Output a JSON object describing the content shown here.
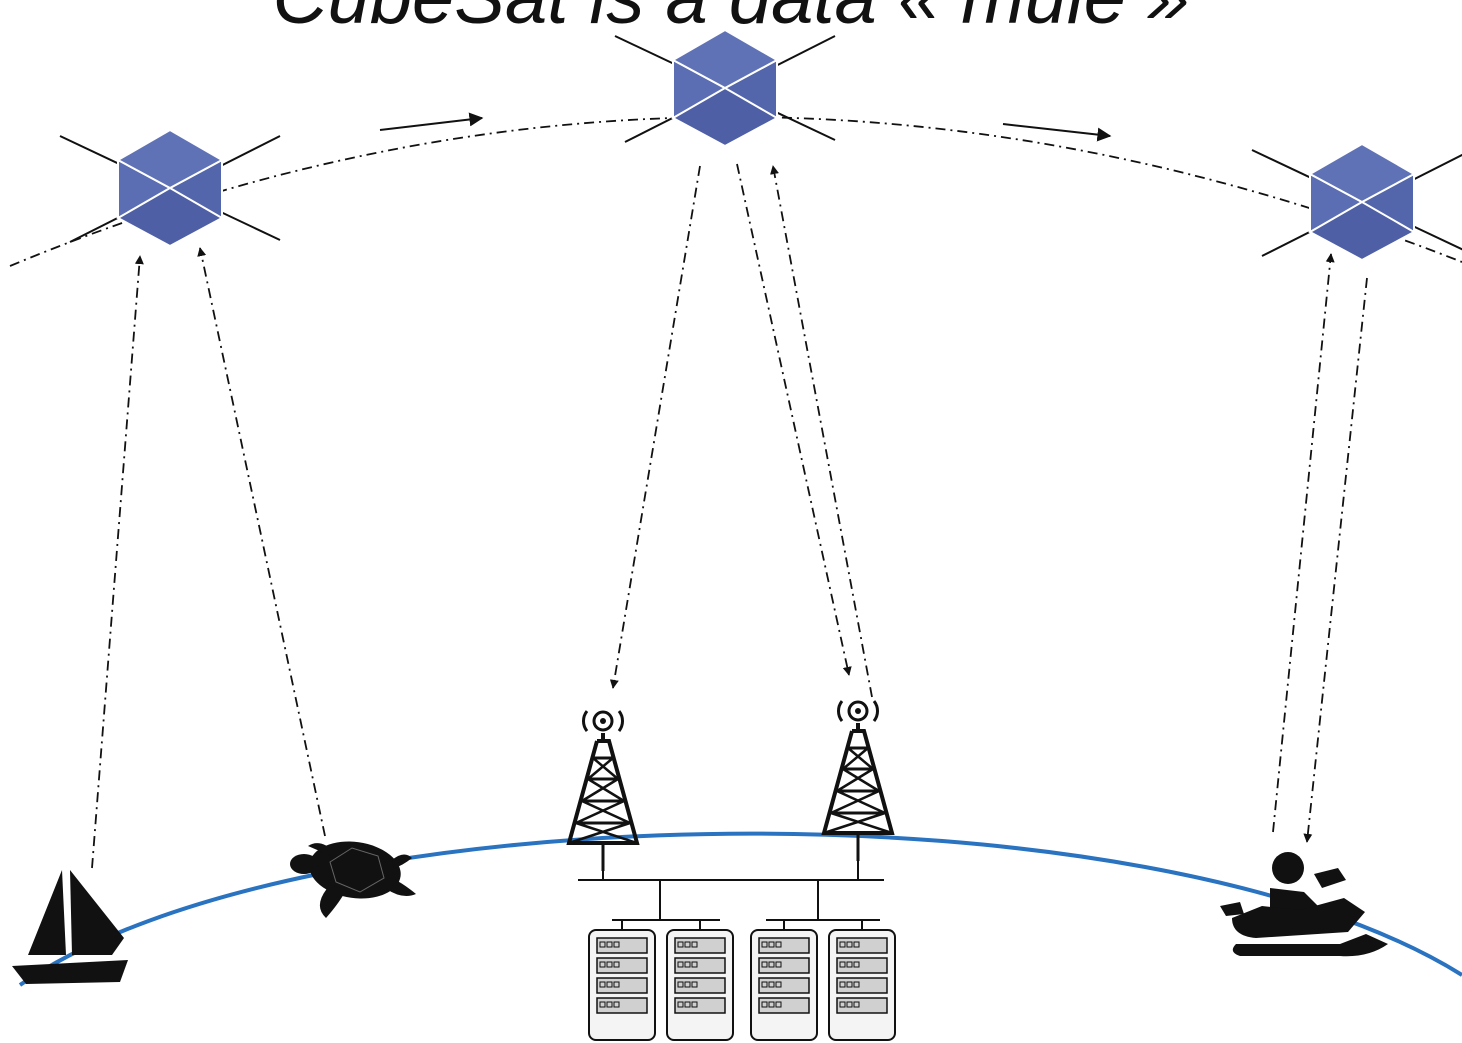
{
  "title": "CubeSat is a data « mule »",
  "colors": {
    "earth_line": "#2a73c0",
    "cubesat_face_light": "#6072b6",
    "cubesat_face_dark": "#4e5fa5",
    "cubesat_edge": "#ffffff",
    "link": "#111111",
    "ink": "#111111",
    "server_fill": "#f2f2f2",
    "server_slot": "#c9c9c9"
  },
  "elements": {
    "satellites": [
      "cubesat-left",
      "cubesat-center",
      "cubesat-right"
    ],
    "ground_nodes": [
      "sailboat-icon",
      "sea-turtle-icon",
      "ground-antenna-tower-1",
      "ground-antenna-tower-2",
      "snowmobile-rider-icon"
    ],
    "server_racks": 4
  }
}
